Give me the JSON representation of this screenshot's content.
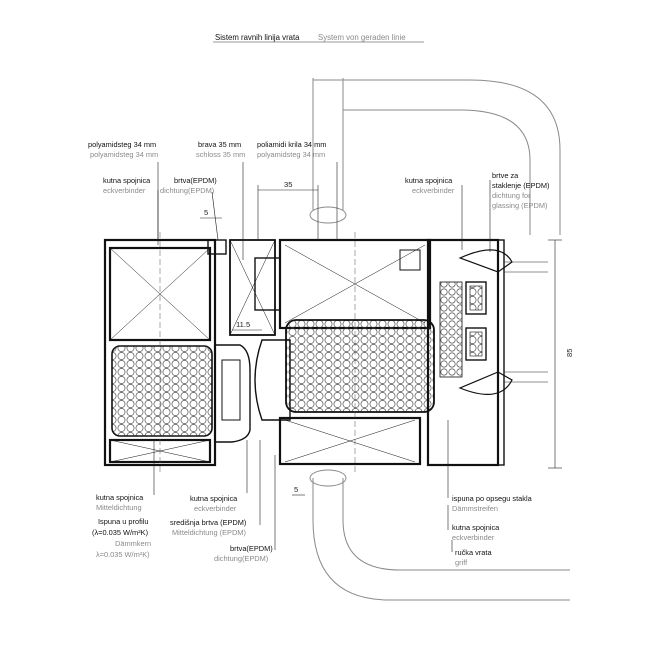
{
  "title": {
    "main": "Sistem ravnih linija vrata",
    "sub": "System von geraden linie"
  },
  "labels": {
    "polyamid_left": [
      "polyamidsteg  34 mm",
      "polyamidsteg 34 mm"
    ],
    "brava": [
      "brava 35 mm",
      "schloss 35 mm"
    ],
    "poliamidi_krila": [
      "poliamidi krila 34 mm",
      "polyamidsteg  34 mm"
    ],
    "kutna_top_left": [
      "kutna spojnica",
      "eckverbinder"
    ],
    "brtva_top": [
      "brtva(EPDM)",
      "dichtung(EPDM)"
    ],
    "kutna_top_right": [
      "kutna spojnica",
      "eckverbinder"
    ],
    "brtve_za": [
      "brtve za",
      "staklenje (EPDM)",
      "dichtung for",
      "glassing (EPDM)"
    ],
    "kutna_bottom_left": [
      "kutna spojnica",
      "Mitteldichtung"
    ],
    "ispuna_profil": [
      "Ispuna u profilu",
      "(λ=0.035 W/m²K)",
      "Dämmkern",
      "λ=0.035 W/m²K)"
    ],
    "kutna_bottom_mid": [
      "kutna spojnica",
      "eckverbinder"
    ],
    "sredisnja": [
      "središnja brtva (EPDM)",
      "Mitteldichtung (EPDM)"
    ],
    "brtva_bottom": [
      "brtva(EPDM)",
      "dichtung(EPDM)"
    ],
    "ispuna_opsegu": [
      "ispuna po opsegu stakla",
      "Dämmstreifen"
    ],
    "kutna_bottom_right": [
      "kutna spojnica",
      "eckverbinder"
    ],
    "rucka": [
      "ručka vrata",
      "griff"
    ]
  },
  "dimensions": {
    "d35": "35",
    "d5_top": "5",
    "d11_5": "11.5",
    "d5_bottom": "5",
    "d85": "85"
  }
}
